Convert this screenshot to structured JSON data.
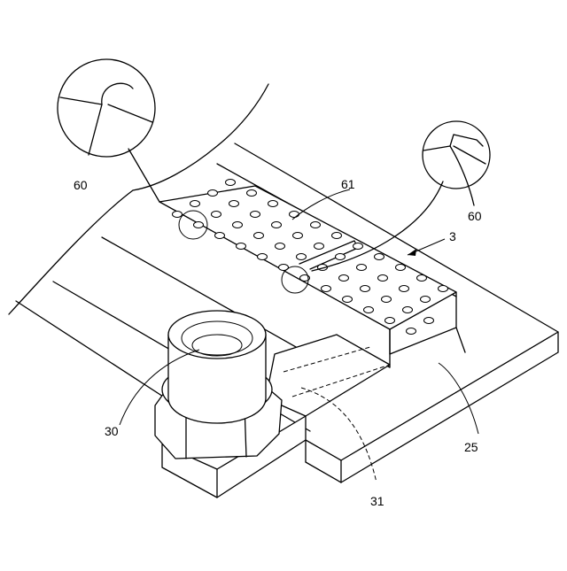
{
  "labels": {
    "detail_left": "60",
    "detail_right": "60",
    "film": "61",
    "assembly": "3",
    "nut": "30",
    "base": "25",
    "lead": "31"
  }
}
